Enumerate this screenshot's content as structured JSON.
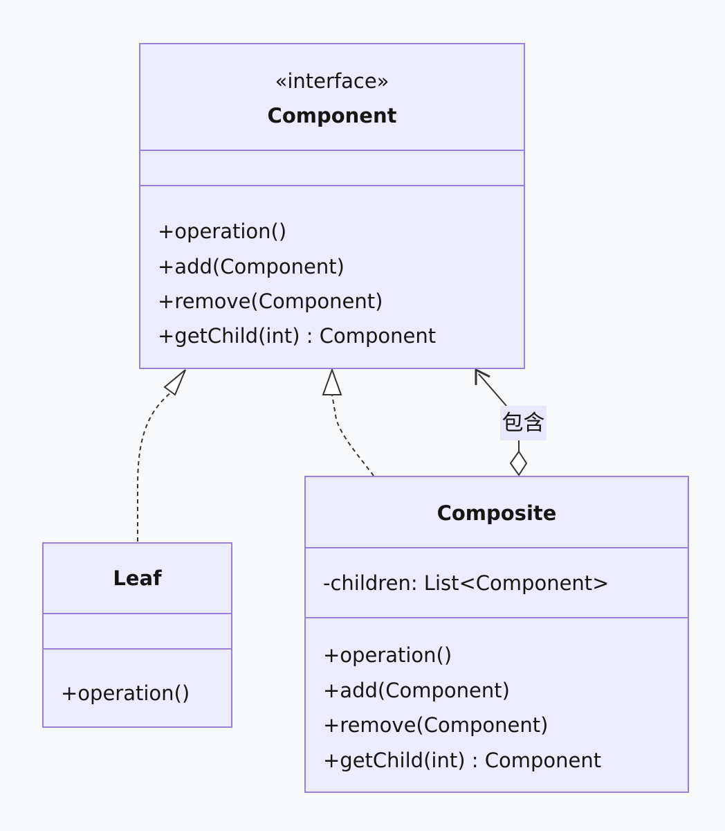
{
  "classes": {
    "component": {
      "stereotype": "«interface»",
      "name": "Component",
      "methods": [
        "+operation()",
        "+add(Component)",
        "+remove(Component)",
        "+getChild(int) : Component"
      ]
    },
    "leaf": {
      "name": "Leaf",
      "methods": [
        "+operation()"
      ]
    },
    "composite": {
      "name": "Composite",
      "attributes": [
        "-children: List<Component>"
      ],
      "methods": [
        "+operation()",
        "+add(Component)",
        "+remove(Component)",
        "+getChild(int) : Component"
      ]
    }
  },
  "relations": {
    "aggregation_label": "包含"
  },
  "colors": {
    "class_fill": "#ececfe",
    "class_border": "#9a7fd9",
    "edge": "#333333",
    "background": "#f8f9fb"
  }
}
